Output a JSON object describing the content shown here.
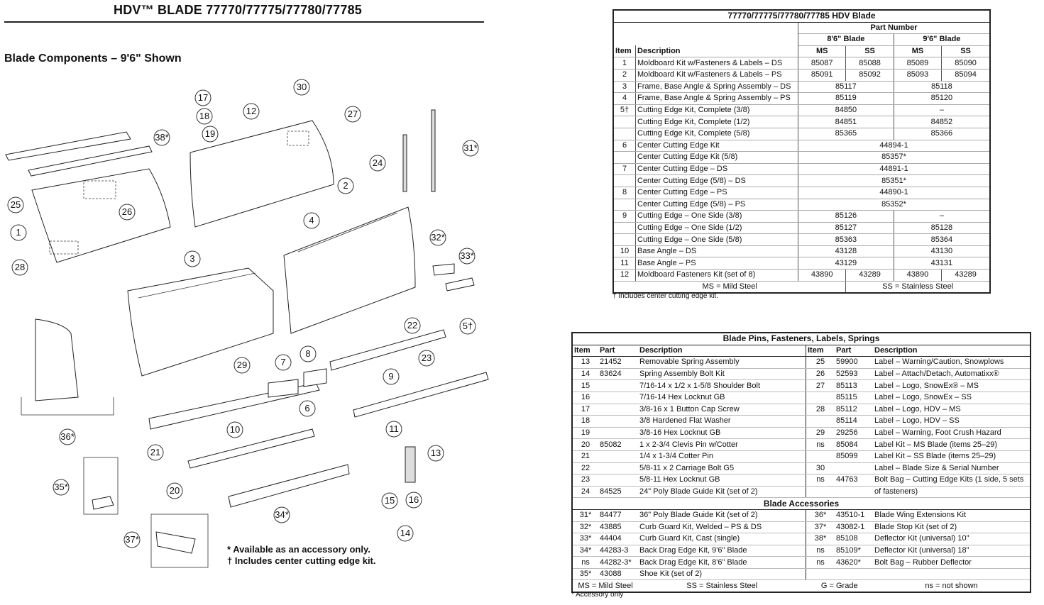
{
  "header": {
    "title": "HDV™ BLADE 77770/77775/77780/77785",
    "section": "Blade Components – 9'6\" Shown"
  },
  "diagram": {
    "callouts": [
      "30",
      "17",
      "12",
      "18",
      "19",
      "27",
      "38*",
      "2",
      "31*",
      "24",
      "25",
      "26",
      "1",
      "28",
      "4",
      "32*",
      "33*",
      "3",
      "22",
      "5†",
      "23",
      "7",
      "8",
      "29",
      "9",
      "6",
      "36*",
      "11",
      "10",
      "13",
      "21",
      "20",
      "35*",
      "15",
      "16",
      "34*",
      "14",
      "37*"
    ]
  },
  "notes": {
    "accessory": "* Available as an accessory only.",
    "center_edge": "† Includes center cutting edge kit."
  },
  "table1": {
    "title": "77770/77775/77780/77785  HDV Blade",
    "part_number": "Part Number",
    "blade_86": "8'6\" Blade",
    "blade_96": "9'6\" Blade",
    "col_item": "Item",
    "col_desc": "Description",
    "ms": "MS",
    "ss": "SS",
    "rows": [
      {
        "item": "1",
        "desc": "Moldboard Kit w/Fasteners & Labels – DS",
        "a": "85087",
        "b": "85088",
        "c": "85089",
        "d": "85090"
      },
      {
        "item": "2",
        "desc": "Moldboard Kit w/Fasteners & Labels – PS",
        "a": "85091",
        "b": "85092",
        "c": "85093",
        "d": "85094"
      },
      {
        "item": "3",
        "desc": "Frame, Base Angle & Spring Assembly – DS",
        "x": "85117",
        "y": "85118"
      },
      {
        "item": "4",
        "desc": "Frame, Base Angle & Spring Assembly – PS",
        "x": "85119",
        "y": "85120"
      },
      {
        "item": "5†",
        "desc": "Cutting Edge Kit, Complete (3/8)",
        "x": "84850",
        "y": "–"
      },
      {
        "item": "",
        "desc": "Cutting Edge Kit, Complete (1/2)",
        "x": "84851",
        "y": "84852"
      },
      {
        "item": "",
        "desc": "Cutting Edge Kit, Complete (5/8)",
        "x": "85365",
        "y": "85366"
      },
      {
        "item": "6",
        "desc": "Center Cutting Edge Kit",
        "all": "44894-1"
      },
      {
        "item": "",
        "desc": "Center Cutting Edge Kit (5/8)",
        "all": "85357*"
      },
      {
        "item": "7",
        "desc": "Center Cutting Edge – DS",
        "all": "44891-1"
      },
      {
        "item": "",
        "desc": "Center Cutting Edge (5/8) – DS",
        "all": "85351*"
      },
      {
        "item": "8",
        "desc": "Center Cutting Edge – PS",
        "all": "44890-1"
      },
      {
        "item": "",
        "desc": "Center Cutting Edge (5/8) – PS",
        "all": "85352*"
      },
      {
        "item": "9",
        "desc": "Cutting Edge – One Side (3/8)",
        "x": "85126",
        "y": "–"
      },
      {
        "item": "",
        "desc": "Cutting Edge – One Side (1/2)",
        "x": "85127",
        "y": "85128"
      },
      {
        "item": "",
        "desc": "Cutting Edge – One Side (5/8)",
        "x": "85363",
        "y": "85364"
      },
      {
        "item": "10",
        "desc": "Base Angle – DS",
        "x": "43128",
        "y": "43130"
      },
      {
        "item": "11",
        "desc": "Base Angle – PS",
        "x": "43129",
        "y": "43131"
      },
      {
        "item": "12",
        "desc": "Moldboard Fasteners Kit (set of 8)",
        "a": "43890",
        "b": "43289",
        "c": "43890",
        "d": "43289"
      }
    ],
    "foot_ms": "MS = Mild Steel",
    "foot_ss": "SS = Stainless Steel",
    "footnote": "† Includes center cutting edge kit."
  },
  "table2": {
    "title": "Blade Pins, Fasteners, Labels, Springs",
    "h_item": "Item",
    "h_part": "Part",
    "h_desc": "Description",
    "rows": [
      [
        "13",
        "21452",
        "Removable Spring Assembly",
        "25",
        "59900",
        "Label – Warning/Caution, Snowplows"
      ],
      [
        "14",
        "83624",
        "Spring Assembly Bolt Kit",
        "26",
        "52593",
        "Label – Attach/Detach, Automatixx®"
      ],
      [
        "15",
        "",
        "7/16-14 x 1/2 x 1-5/8 Shoulder Bolt",
        "27",
        "85113",
        "Label – Logo, SnowEx® – MS"
      ],
      [
        "16",
        "",
        "7/16-14 Hex Locknut GB",
        "",
        "85115",
        "Label – Logo, SnowEx – SS"
      ],
      [
        "17",
        "",
        "3/8-16 x 1 Button Cap Screw",
        "28",
        "85112",
        "Label – Logo, HDV – MS"
      ],
      [
        "18",
        "",
        "3/8 Hardened Flat Washer",
        "",
        "85114",
        "Label – Logo, HDV – SS"
      ],
      [
        "19",
        "",
        "3/8-16 Hex Locknut GB",
        "29",
        "29256",
        "Label – Warning, Foot Crush Hazard"
      ],
      [
        "20",
        "85082",
        "1 x 2-3/4 Clevis Pin w/Cotter",
        "ns",
        "85084",
        "Label Kit – MS Blade (items 25–29)"
      ],
      [
        "21",
        "",
        "1/4 x 1-3/4 Cotter Pin",
        "",
        "85099",
        "Label Kit – SS Blade (items 25–29)"
      ],
      [
        "22",
        "",
        "5/8-11 x 2 Carriage Bolt G5",
        "30",
        "",
        "Label – Blade Size & Serial Number"
      ],
      [
        "23",
        "",
        "5/8-11 Hex Locknut GB",
        "ns",
        "44763",
        "Bolt Bag – Cutting Edge Kits (1 side, 5 sets"
      ],
      [
        "24",
        "84525",
        "24\" Poly Blade Guide Kit (set of 2)",
        "",
        "",
        "of fasteners)"
      ]
    ],
    "acc_title": "Blade Accessories",
    "acc_rows": [
      [
        "31*",
        "84477",
        "36\" Poly Blade Guide Kit (set of 2)",
        "36*",
        "43510-1",
        "Blade Wing Extensions Kit"
      ],
      [
        "32*",
        "43885",
        "Curb Guard Kit, Welded – PS & DS",
        "37*",
        "43082-1",
        "Blade Stop Kit (set of 2)"
      ],
      [
        "33*",
        "44404",
        "Curb Guard Kit, Cast (single)",
        "38*",
        "85108",
        "Deflector Kit (universal) 10\""
      ],
      [
        "34*",
        "44283-3",
        "Back Drag Edge Kit, 9'6\" Blade",
        "ns",
        "85109*",
        "Deflector Kit (universal) 18\""
      ],
      [
        "ns",
        "44282-3*",
        "Back Drag Edge Kit, 8'6\" Blade",
        "ns",
        "43620*",
        "Bolt Bag – Rubber Deflector"
      ],
      [
        "35*",
        "43088",
        "Shoe Kit (set of 2)",
        "",
        "",
        ""
      ]
    ],
    "legend": [
      "MS = Mild Steel",
      "SS = Stainless Steel",
      "G = Grade",
      "ns = not shown"
    ],
    "footnote": "* Accessory only"
  }
}
